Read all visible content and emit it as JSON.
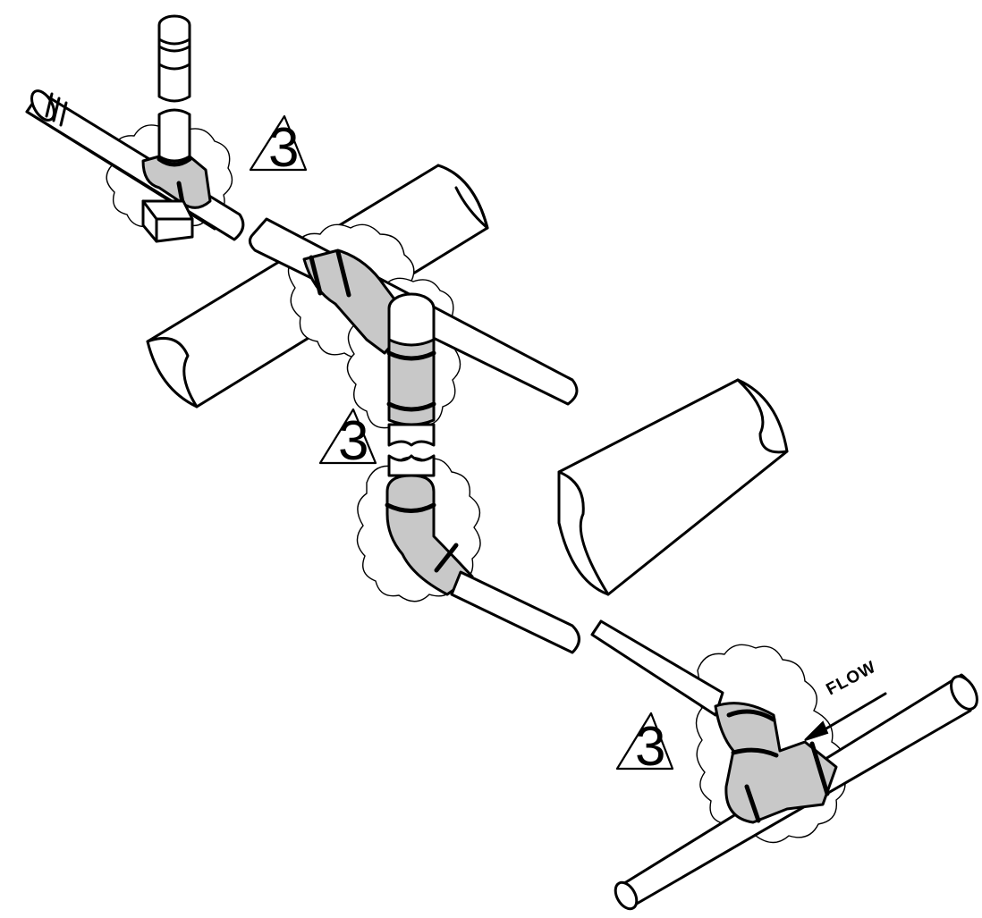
{
  "flow_label": "FLOW",
  "revision_markers": [
    {
      "name": "revision-marker-top",
      "label": "3"
    },
    {
      "name": "revision-marker-middle",
      "label": "3"
    },
    {
      "name": "revision-marker-bottom",
      "label": "3"
    }
  ],
  "colors": {
    "line": "#000000",
    "fitting_fill": "#c8c8c8",
    "background": "#ffffff"
  }
}
